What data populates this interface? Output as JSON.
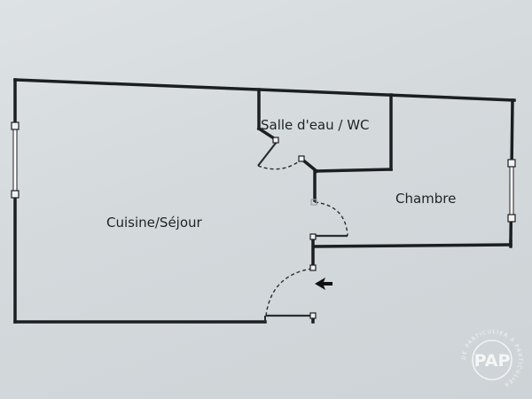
{
  "rooms": {
    "cuisine_sejour": "Cuisine/Séjour",
    "salle_eau_wc": "Salle d'eau / WC",
    "chambre": "Chambre"
  },
  "watermark": {
    "logo_text": "PAP",
    "ring_text": "DE PARTICULIER À PARTICULIER"
  },
  "colors": {
    "wall": "#1c1f21",
    "door_swing": "#2a2d2f",
    "background": "#d7dcde"
  },
  "icons": {
    "entrance": "entrance-arrow-icon"
  }
}
